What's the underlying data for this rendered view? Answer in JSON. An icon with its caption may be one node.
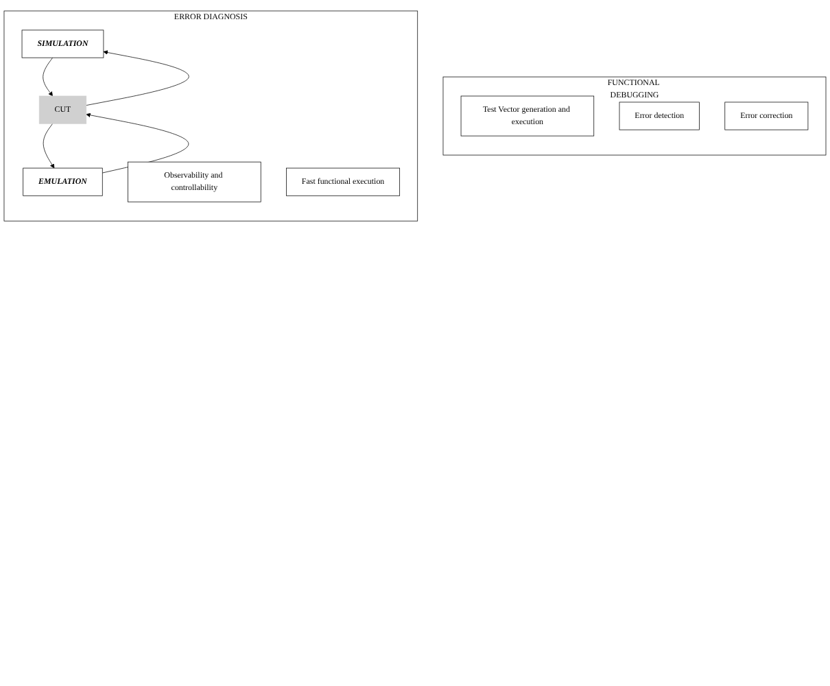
{
  "diagram": {
    "nodes": [
      {
        "text": [
          "FUNCTIONAL DEBUGGING"
        ]
      },
      {
        "text": [
          "Test Vector generation and execution"
        ],
        "in": 0
      },
      {
        "text": [
          "Error detection"
        ],
        "in": 0
      },
      {
        "text": [
          "ERROR DIAGNOSIS"
        ]
      },
      {
        "text": [
          "SIMULATION"
        ],
        "in": 3
      },
      {
        "text": [
          "CUT"
        ],
        "in": 3
      },
      {
        "text": [
          "EMULATION"
        ],
        "in": 3
      },
      {
        "text": [
          "Observability and controllability"
        ],
        "in": 3
      },
      {
        "text": [
          "Fast functional execution"
        ],
        "in": 3
      },
      {
        "text": [
          "Error correction"
        ],
        "in": 0
      }
    ],
    "edges": [
      {
        "from": 4,
        "to": 5,
        "arrow": "to"
      },
      {
        "from": 5,
        "to": 4,
        "arrow": "to"
      },
      {
        "from": 5,
        "to": 6,
        "arrow": "to"
      },
      {
        "from": 6,
        "to": 5,
        "arrow": "to"
      }
    ]
  }
}
